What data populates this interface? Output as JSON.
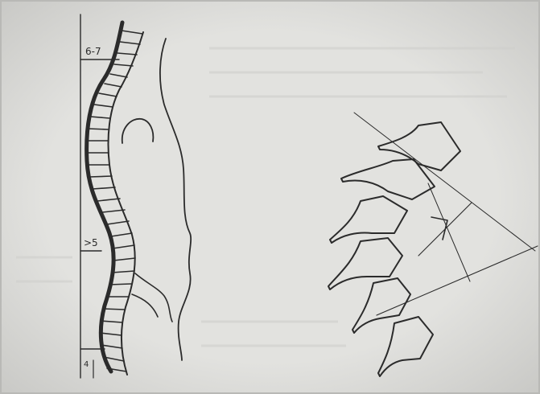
{
  "figure": {
    "labels": {
      "top": "6-7",
      "middle": ">5",
      "bottom": "4"
    },
    "colors": {
      "paper": "#d9d9d7",
      "ink": "#2b2b2b"
    }
  }
}
